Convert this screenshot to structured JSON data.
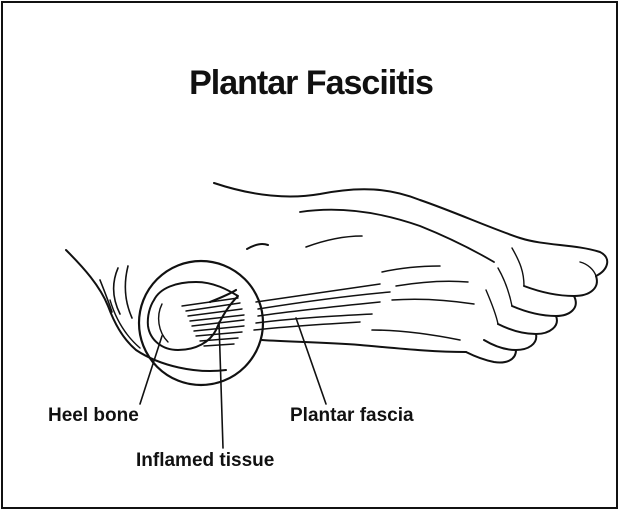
{
  "title": "Plantar Fasciitis",
  "labels": {
    "heel_bone": "Heel bone",
    "plantar_fascia": "Plantar fascia",
    "inflamed_tissue": "Inflamed tissue"
  },
  "colors": {
    "ink": "#111111",
    "background": "#ffffff"
  }
}
